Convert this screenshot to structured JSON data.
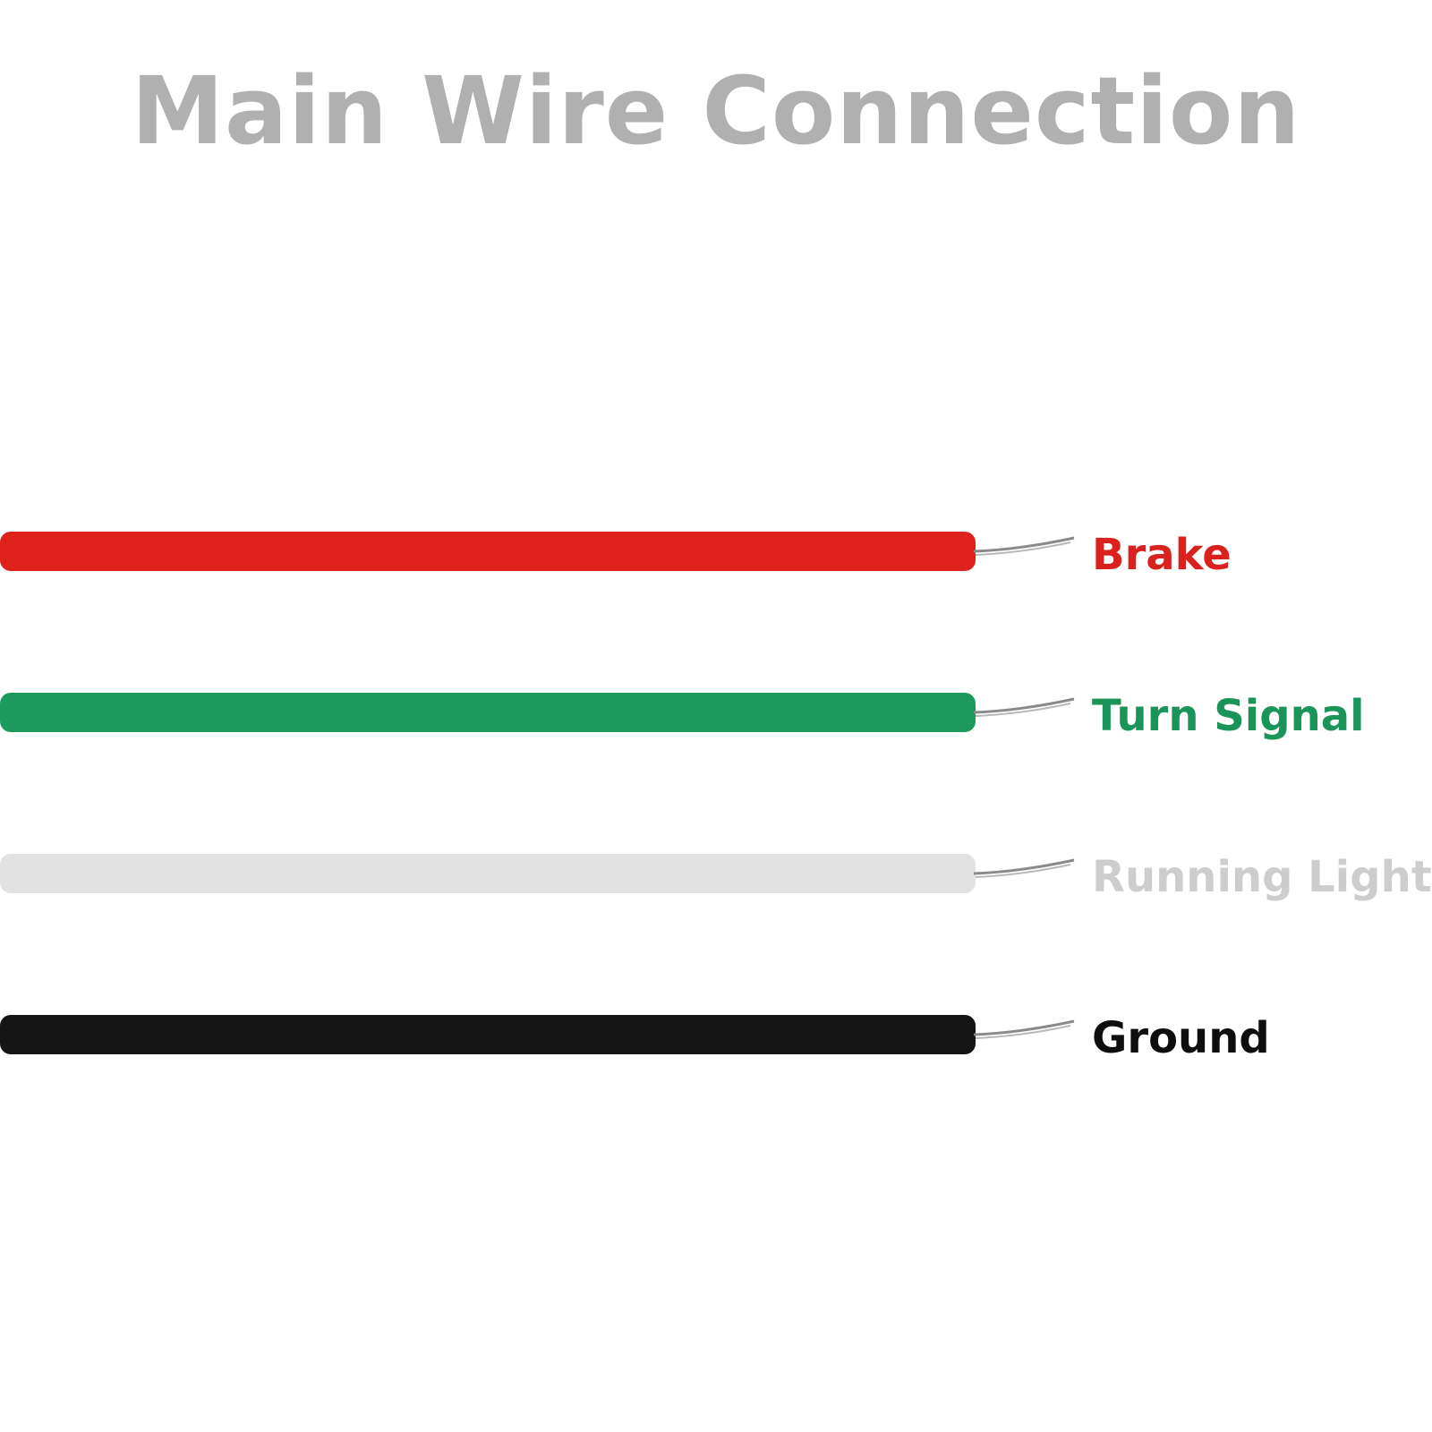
{
  "title": "Main Wire Connection",
  "wires": [
    {
      "label": "Brake",
      "color": "#e0201c",
      "label_color": "#d9211e"
    },
    {
      "label": "Turn Signal",
      "color": "#1c9a5e",
      "label_color": "#1a9458"
    },
    {
      "label": "Running Light",
      "color": "#e2e2e2",
      "label_color": "#cdcdcd"
    },
    {
      "label": "Ground",
      "color": "#141414",
      "label_color": "#0e0e0e"
    }
  ]
}
